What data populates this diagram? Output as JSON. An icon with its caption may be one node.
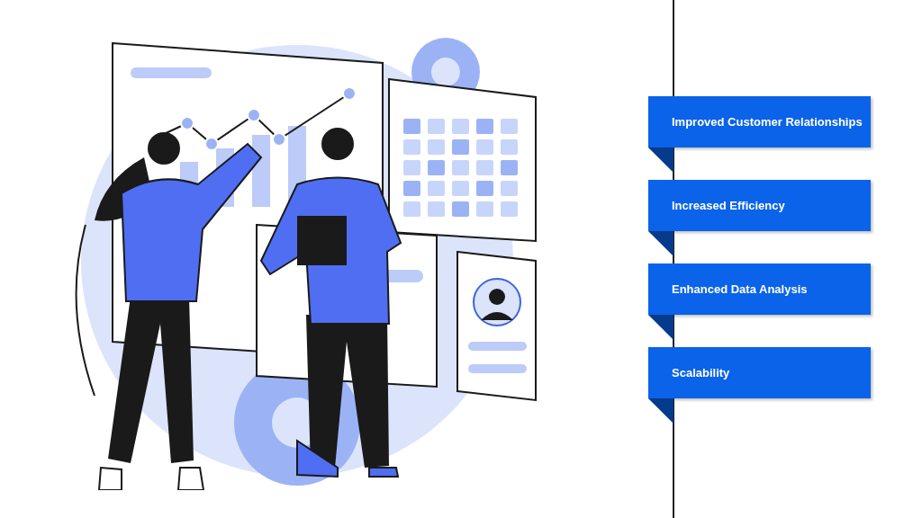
{
  "diagram": {
    "nodes": [
      {
        "text": [
          "Improved Customer Relationships"
        ]
      },
      {
        "text": [
          "Increased Efficiency"
        ]
      },
      {
        "text": [
          "Enhanced Data Analysis"
        ]
      },
      {
        "text": [
          "Scalability"
        ]
      }
    ]
  }
}
